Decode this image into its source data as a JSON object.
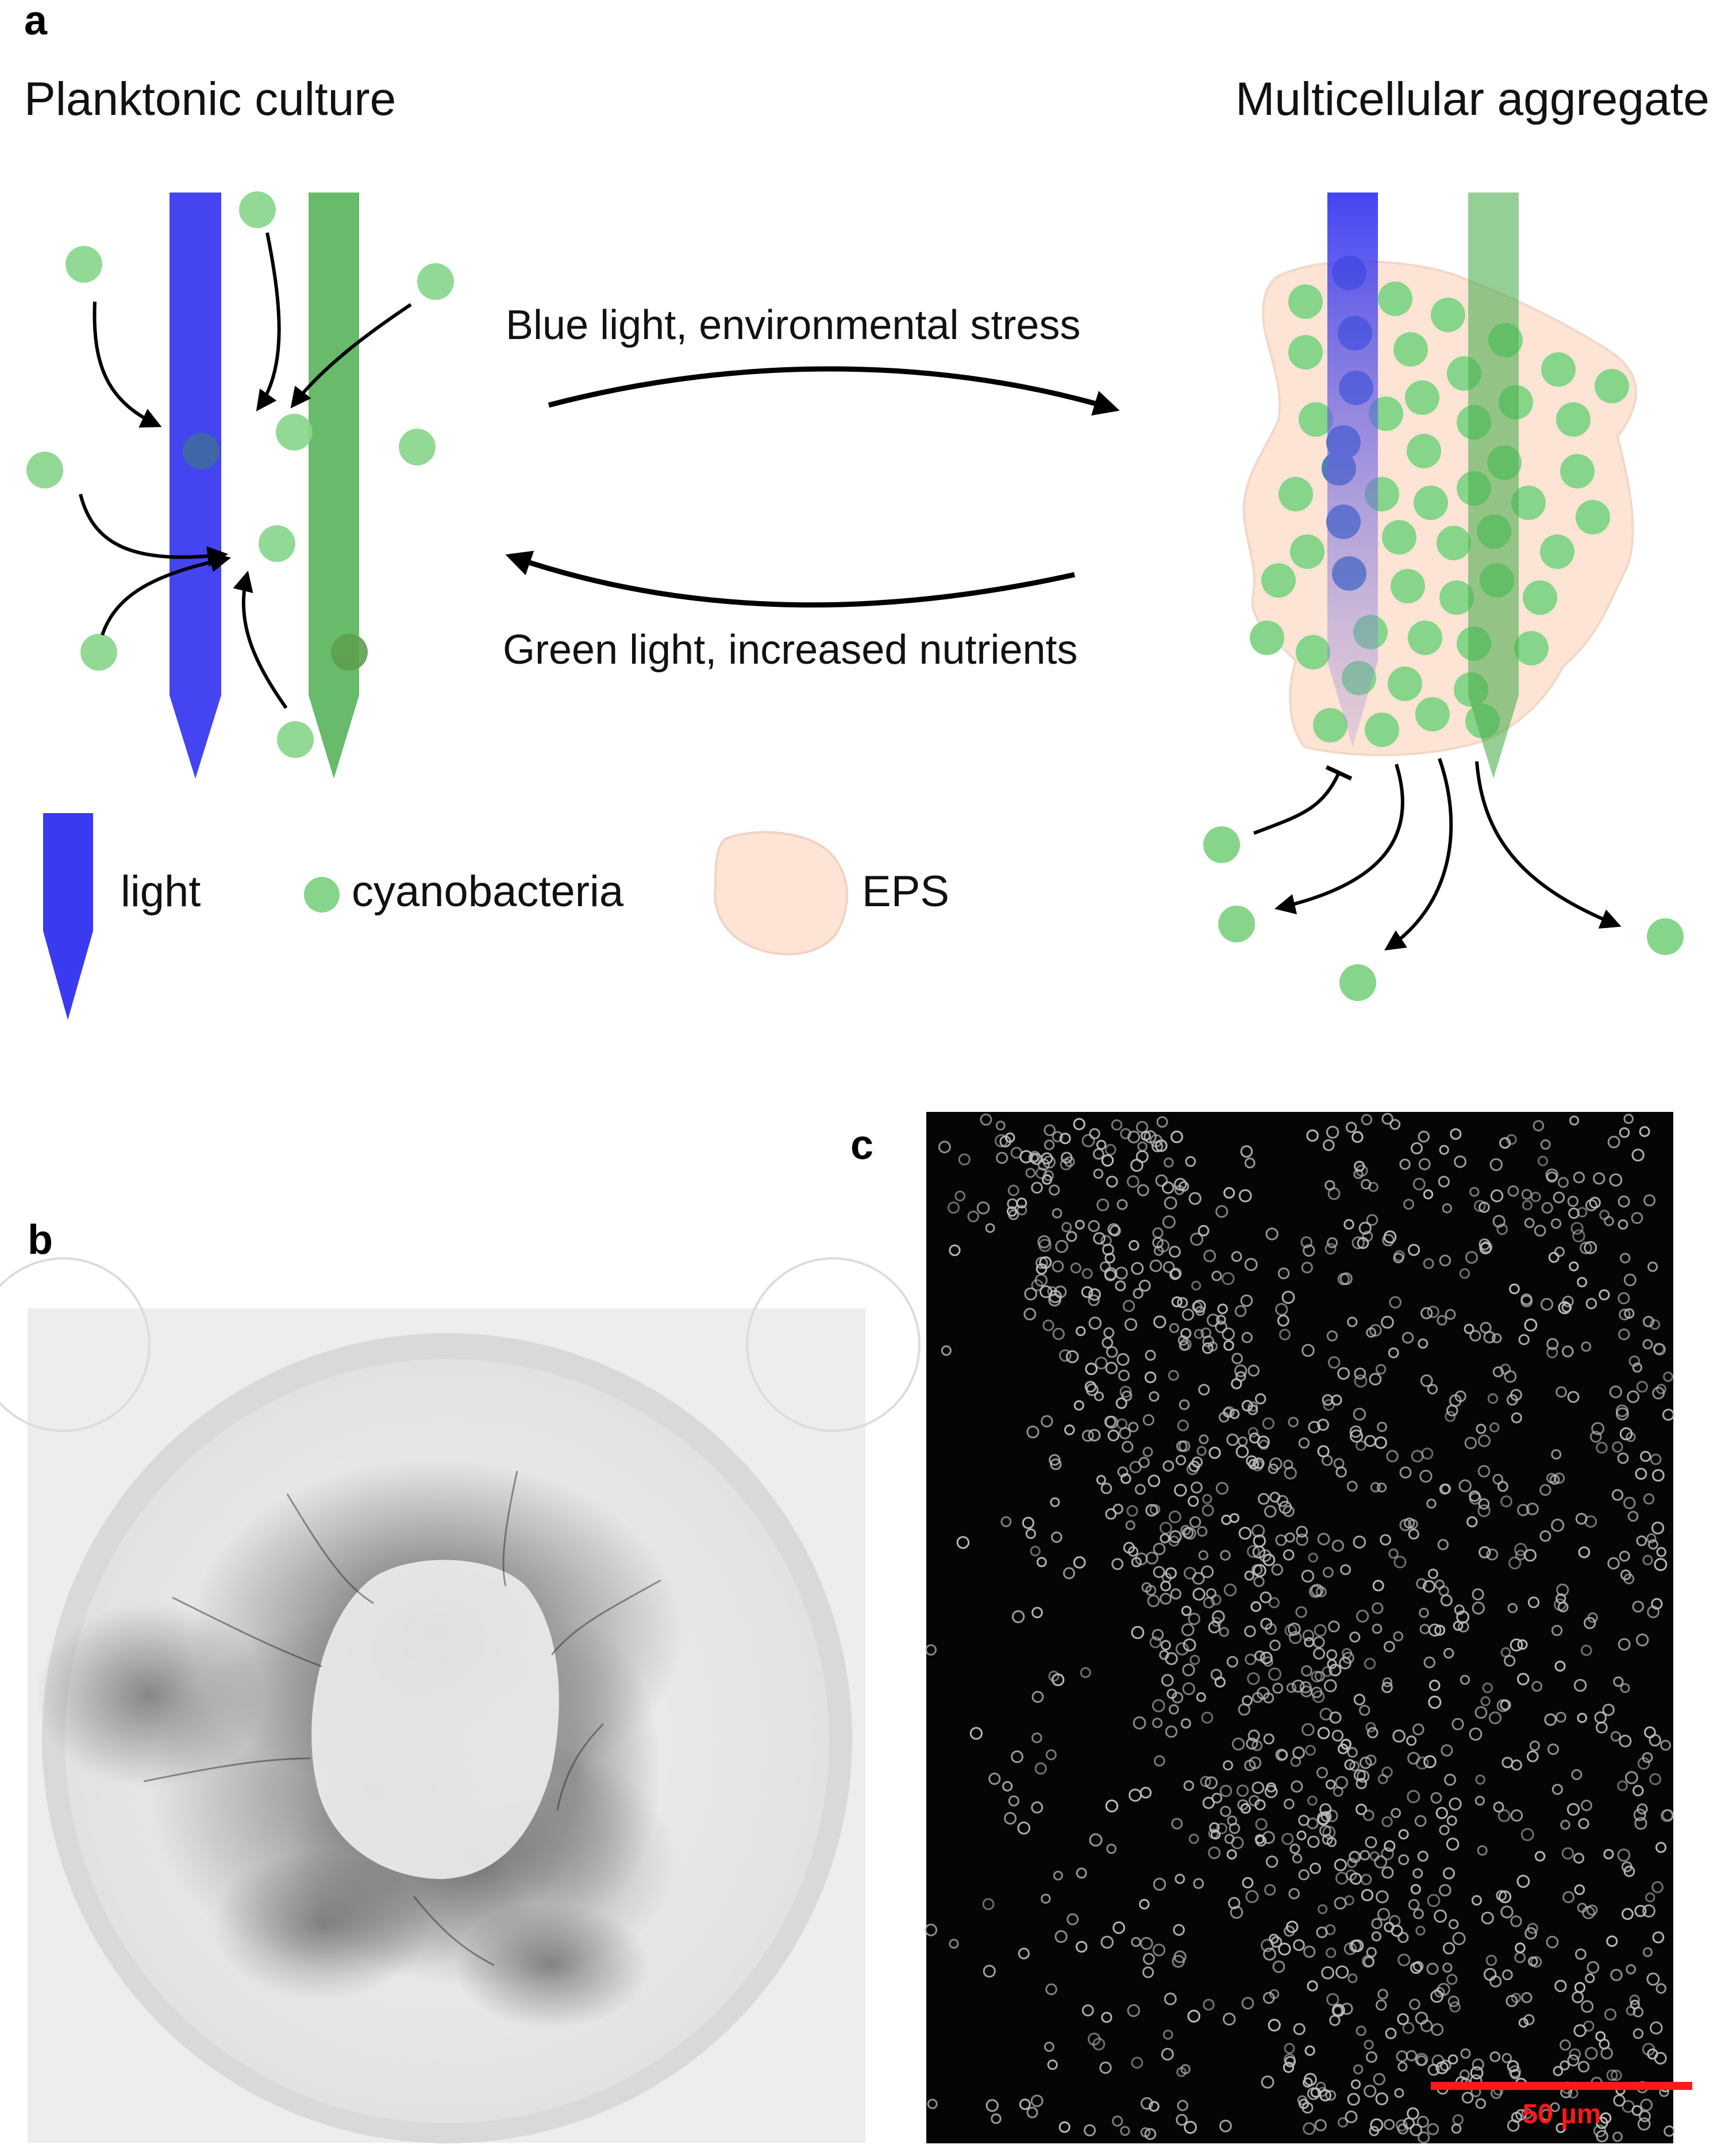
{
  "panel_a": {
    "label": "a",
    "left_title": "Planktonic culture",
    "right_title": "Multicellular aggregate",
    "forward_transition": "Blue light, environmental stress",
    "reverse_transition": "Green light, increased nutrients",
    "legend": {
      "light": "light",
      "cyanobacteria": "cyanobacteria",
      "eps": "EPS"
    },
    "colors": {
      "blue_light": "#3a3af0",
      "green_light": "#4caf50",
      "cyanobacteria": "#86d58a",
      "eps": "#fde4d4"
    }
  },
  "panel_b": {
    "label": "b"
  },
  "panel_c": {
    "label": "c",
    "scale_bar": "50 µm",
    "scale_bar_color": "#ff1a1a"
  }
}
